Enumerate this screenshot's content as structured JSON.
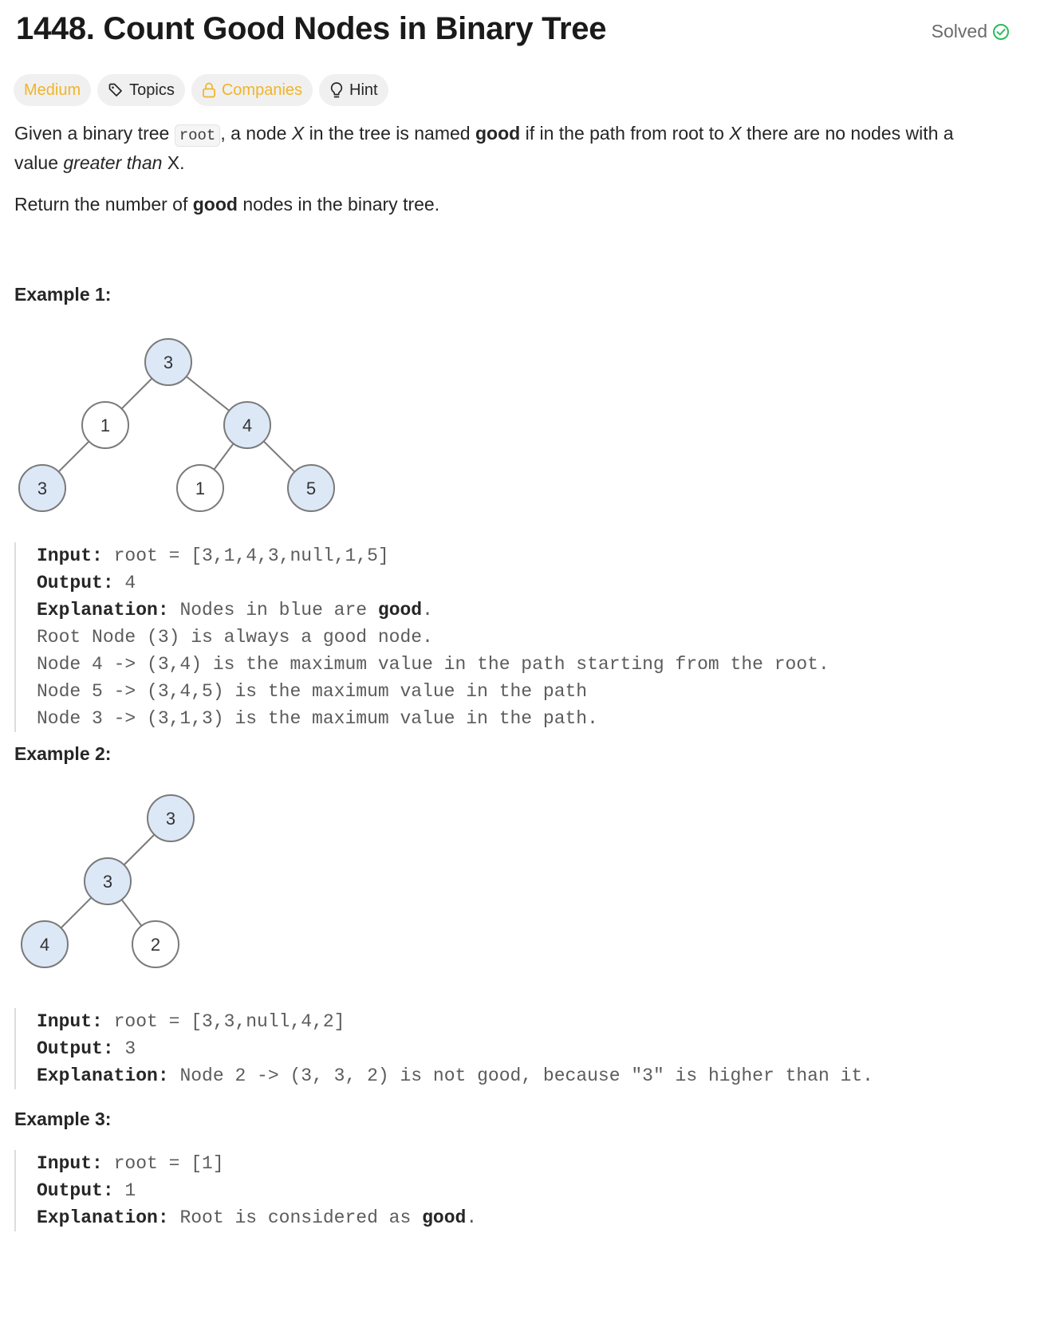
{
  "header": {
    "title": "1448. Count Good Nodes in Binary Tree",
    "status": "Solved"
  },
  "tags": {
    "difficulty": "Medium",
    "topics": "Topics",
    "companies": "Companies",
    "hint": "Hint"
  },
  "description": {
    "p1_a": "Given a binary tree ",
    "p1_code": "root",
    "p1_b": ", a node ",
    "p1_x1": "X",
    "p1_c": " in the tree is named ",
    "p1_good": "good",
    "p1_d": " if in the path from root to ",
    "p1_x2": "X",
    "p1_e": " there are no nodes with a",
    "p1_f": "value ",
    "p1_greater": "greater than",
    "p1_g": " X.",
    "p2_a": "Return the number of ",
    "p2_good": "good",
    "p2_b": " nodes in the binary tree."
  },
  "labels": {
    "input": "Input:",
    "output": "Output:",
    "explanation": "Explanation:"
  },
  "example1": {
    "title": "Example 1:",
    "input": " root = [3,1,4,3,null,1,5]",
    "output": " 4",
    "explanation_a": " Nodes in blue are ",
    "explanation_good": "good",
    "explanation_b": ".",
    "lines": [
      "Root Node (3) is always a good node.",
      "Node 4 -> (3,4) is the maximum value in the path starting from the root.",
      "Node 5 -> (3,4,5) is the maximum value in the path",
      "Node 3 -> (3,1,3) is the maximum value in the path."
    ],
    "tree_nodes": [
      "3",
      "1",
      "4",
      "3",
      "1",
      "5"
    ]
  },
  "example2": {
    "title": "Example 2:",
    "input": " root = [3,3,null,4,2]",
    "output": " 3",
    "explanation": " Node 2 -> (3, 3, 2) is not good, because \"3\" is higher than it.",
    "tree_nodes": [
      "3",
      "3",
      "4",
      "2"
    ]
  },
  "example3": {
    "title": "Example 3:",
    "input": " root = [1]",
    "output": " 1",
    "explanation_a": " Root is considered as ",
    "explanation_good": "good",
    "explanation_b": "."
  },
  "colors": {
    "good_fill": "#dde8f7",
    "node_stroke": "#7a7a7a",
    "solved_check": "#2cbb5d",
    "medium": "#f0b429"
  }
}
